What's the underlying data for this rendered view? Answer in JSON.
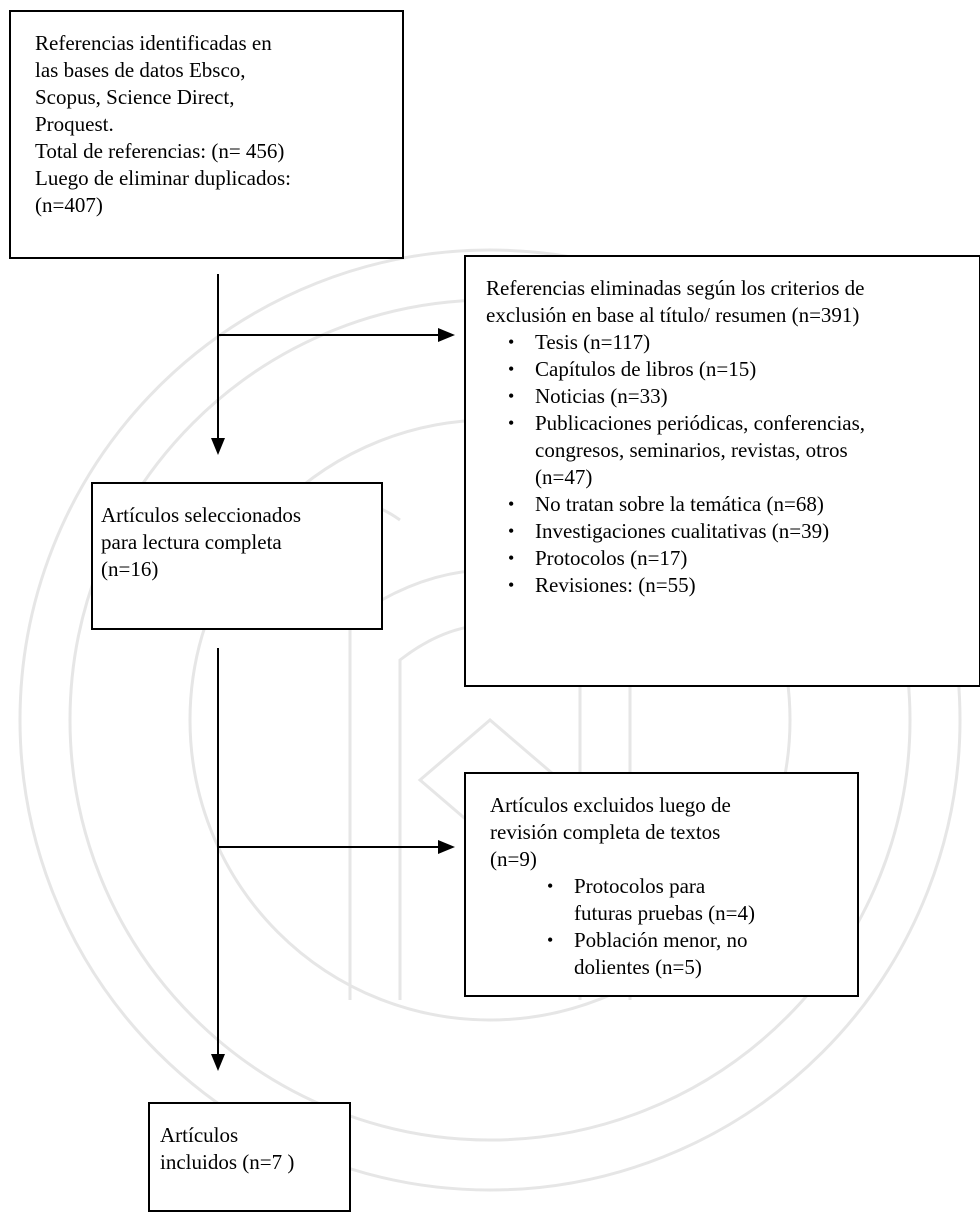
{
  "colors": {
    "stroke": "#000000",
    "background": "#ffffff",
    "watermark": "#e6e6e6"
  },
  "identified": {
    "lines": [
      "Referencias identificadas en",
      "las bases de datos Ebsco,",
      "Scopus, Science Direct,",
      "Proquest.",
      "Total de referencias: (n= 456)",
      "Luego de eliminar duplicados:",
      "(n=407)"
    ]
  },
  "excluded_title": {
    "lines": [
      "Referencias eliminadas según los criterios de",
      "exclusión en base al título/ resumen (n=391)"
    ],
    "items": [
      [
        "Tesis (n=117)"
      ],
      [
        "Capítulos de libros (n=15)"
      ],
      [
        "Noticias (n=33)"
      ],
      [
        "Publicaciones periódicas, conferencias,",
        "congresos, seminarios, revistas, otros",
        "(n=47)"
      ],
      [
        "No tratan sobre la temática (n=68)"
      ],
      [
        "Investigaciones cualitativas (n=39)"
      ],
      [
        "Protocolos (n=17)"
      ],
      [
        "Revisiones: (n=55)"
      ]
    ]
  },
  "selected": {
    "lines": [
      "Artículos seleccionados",
      "para lectura completa",
      "(n=16)"
    ]
  },
  "excluded_full": {
    "lines": [
      "Artículos excluidos luego de",
      "revisión completa de textos",
      "(n=9)"
    ],
    "items": [
      [
        "Protocolos para",
        "futuras pruebas (n=4)"
      ],
      [
        "Población menor, no",
        "dolientes (n=5)"
      ]
    ]
  },
  "included": {
    "lines": [
      "Artículos",
      "incluidos (n=7 )"
    ]
  },
  "bullet_glyph": "•"
}
